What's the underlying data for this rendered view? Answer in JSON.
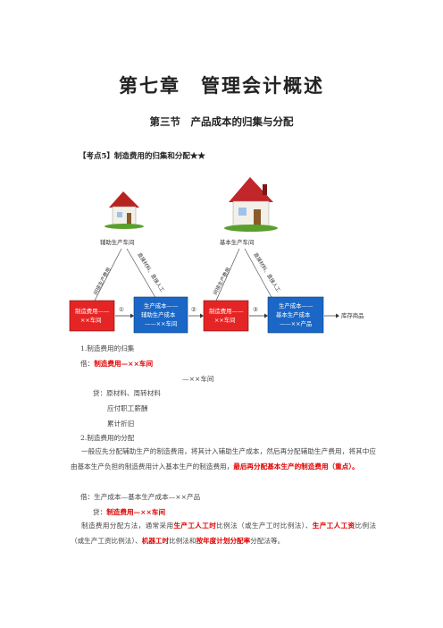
{
  "title": {
    "chapter": "第七章　管理会计概述",
    "section": "第三节　产品成本的归集与分配",
    "kaodian": "【考点5】制造费用的归集和分配★★"
  },
  "diagram": {
    "house_left_label": "辅助生产车间",
    "house_right_label": "基本生产车间",
    "diag_left_1": "间接生产费用",
    "diag_left_2": "直接材料、直接人工",
    "diag_right_1": "间接生产费用",
    "diag_right_2": "直接材料、直接人工",
    "box1": [
      "制造费用——",
      "××车间"
    ],
    "box2": [
      "生产成本——",
      "辅助生产成本",
      "——××车间"
    ],
    "box3": [
      "制造费用——",
      "××车间"
    ],
    "box4": [
      "生产成本——",
      "基本生产成本",
      "——××产品"
    ],
    "arrow1": "①",
    "arrow2": "②",
    "arrow3": "③",
    "stock": "库存商品",
    "colors": {
      "red": "#e52525",
      "blue": "#1b67c7",
      "arrow": "#3a3a3a"
    }
  },
  "body": {
    "h1": "1.制造费用的归集",
    "jie_prefix": "借：",
    "jie_account": "制造费用—××车间",
    "sub_account": "—××车间",
    "dai1": "贷：原材料、周转材料",
    "dai2": "应付职工薪酬",
    "dai3": "累计折旧",
    "h2": "2.制造费用的分配",
    "para1": "一般应先分配辅助生产的制造费用，将其计入辅助生产成本，然后再分配辅助生产费用，将其中应由基本生产负担的制造费用计入基本生产的制造费用，",
    "para1_red": "最后再分配基本生产的制造费用（重点）。",
    "jie2": "借：生产成本—基本生产成本—××产品",
    "dai_prefix": "贷：",
    "dai_account": "制造费用—××车间",
    "para2_a": "制造费用分配方法，通常采用",
    "para2_r1": "生产工人工时",
    "para2_b": "比例法（或生产工时比例法）、",
    "para2_r2": "生产工人工资",
    "para2_c": "比例法（或生产工资比例法）、",
    "para2_r3": "机器工时",
    "para2_d": "比例法和",
    "para2_r4": "按年度计划分配率",
    "para2_e": "分配法等。"
  }
}
